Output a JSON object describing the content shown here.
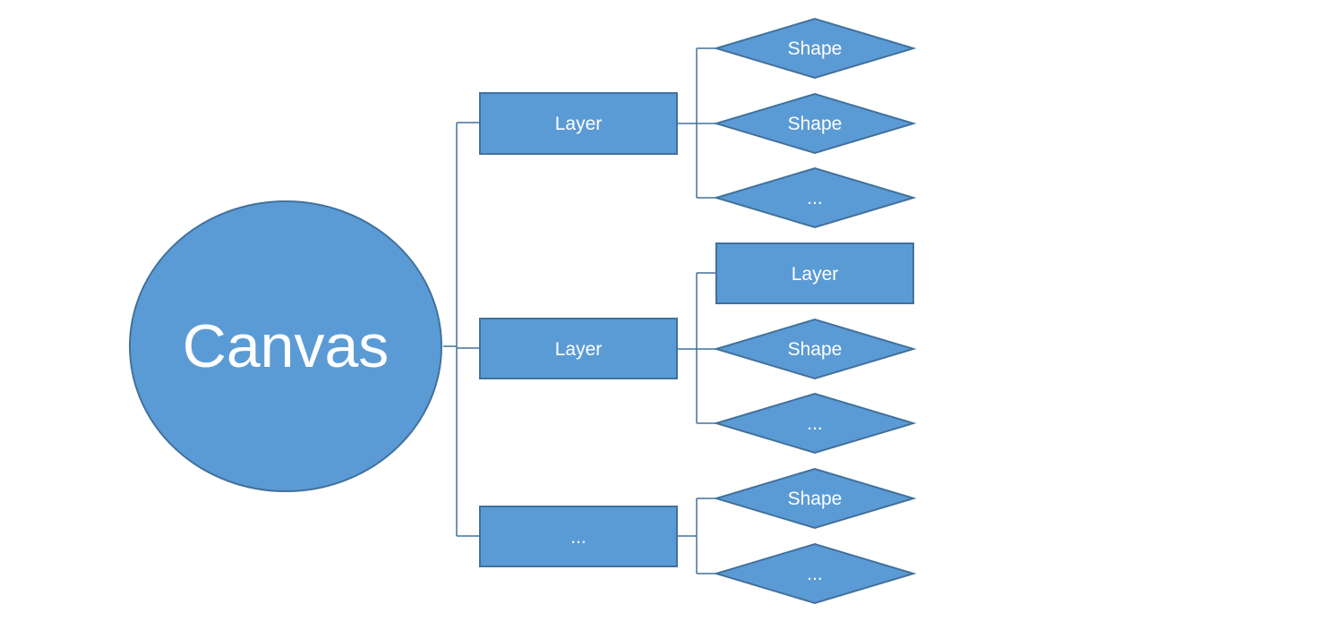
{
  "colors": {
    "fill": "#5b9bd5",
    "stroke": "#41719c",
    "text": "#ffffff"
  },
  "root": {
    "label": "Canvas"
  },
  "level1": [
    {
      "label": "Layer"
    },
    {
      "label": "Layer"
    },
    {
      "label": "..."
    }
  ],
  "level2": [
    {
      "label": "Shape"
    },
    {
      "label": "Shape"
    },
    {
      "label": "..."
    },
    {
      "label": "Layer"
    },
    {
      "label": "Shape"
    },
    {
      "label": "..."
    },
    {
      "label": "Shape"
    },
    {
      "label": "..."
    }
  ]
}
